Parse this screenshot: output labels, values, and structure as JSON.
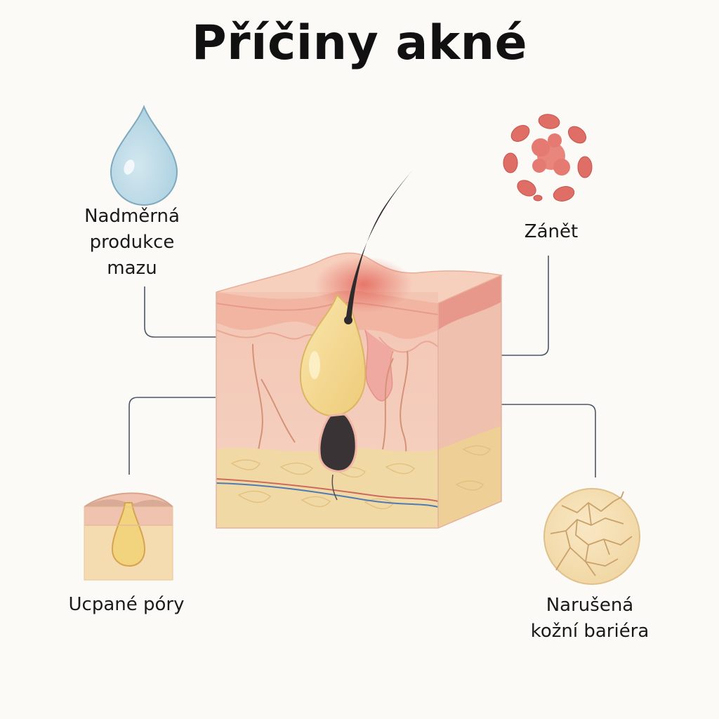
{
  "title": "Příčiny akné",
  "labels": {
    "sebum": [
      "Nadměrná",
      "produkce",
      "mazu"
    ],
    "inflammation": "Zánět",
    "clogged_pores": "Ucpané póry",
    "barrier": [
      "Narušená",
      "kožní bariéra"
    ]
  },
  "icons": {
    "sebum": "oil-drop-icon",
    "inflammation": "inflammation-cells-icon",
    "clogged_pores": "clogged-pore-icon",
    "barrier": "cracked-skin-icon"
  },
  "colors": {
    "background": "#fcfaf6",
    "connector": "#4a5666",
    "drop": "#b9d8e6",
    "sebum": "#f3d98e",
    "skin": "#f2c3b1",
    "fat": "#f1d9a6",
    "inflammation": "#de6b64"
  }
}
